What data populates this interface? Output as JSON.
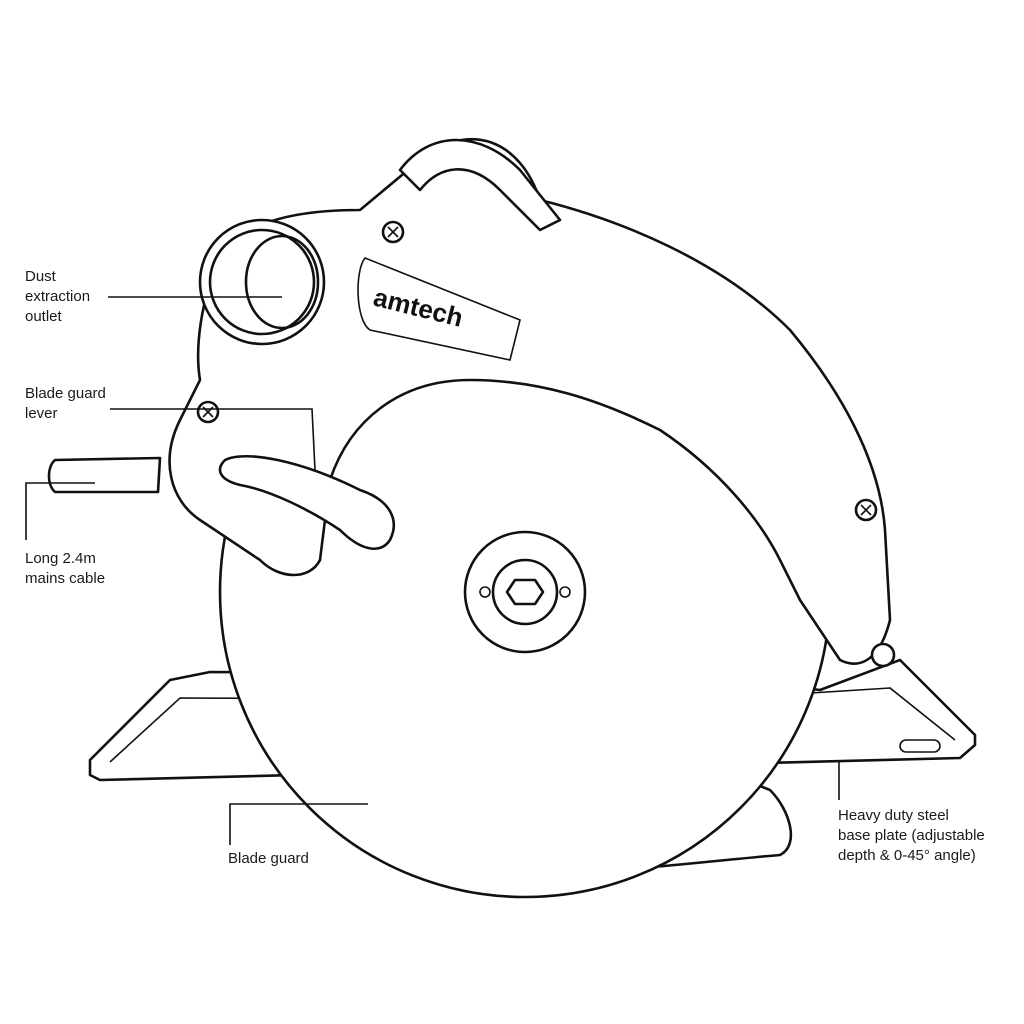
{
  "diagram": {
    "subject": "Circular saw",
    "brand": "amtech",
    "labels": {
      "dust_extraction": [
        "Dust",
        "extraction",
        "outlet"
      ],
      "blade_guard_lever": [
        "Blade guard",
        "lever"
      ],
      "mains_cable": [
        "Long 2.4m",
        "mains cable"
      ],
      "blade_guard": [
        "Blade guard"
      ],
      "base_plate": [
        "Heavy duty steel",
        "base plate (adjustable",
        "depth & 0-45° angle)"
      ]
    }
  }
}
